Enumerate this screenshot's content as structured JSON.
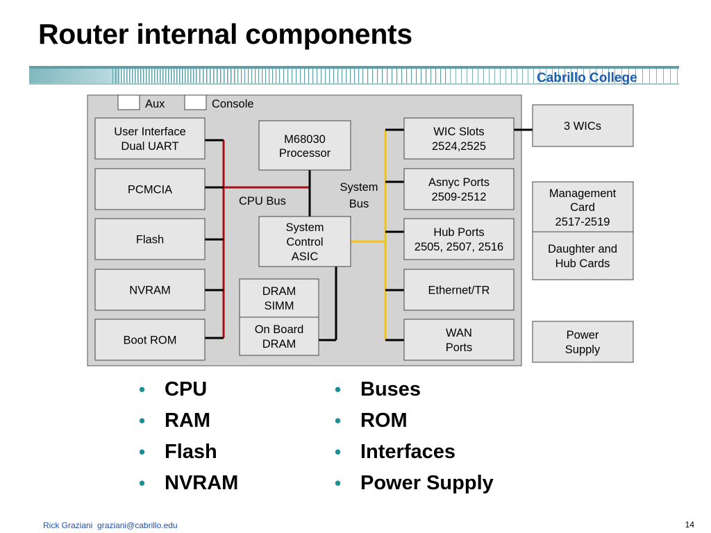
{
  "slide": {
    "title": "Router internal components",
    "brand": "Cabrillo College",
    "footer_author": "Rick Graziani",
    "footer_email": "graziani@cabrillo.edu",
    "page_number": "14"
  },
  "diagram": {
    "ports": [
      "Aux",
      "Console"
    ],
    "left_boxes": [
      [
        "User Interface",
        "Dual UART"
      ],
      [
        "PCMCIA"
      ],
      [
        "Flash"
      ],
      [
        "NVRAM"
      ],
      [
        "Boot ROM"
      ]
    ],
    "processor": [
      "M68030",
      "Processor"
    ],
    "asic": [
      "System",
      "Control",
      "ASIC"
    ],
    "dram": [
      "DRAM",
      "SIMM"
    ],
    "onboard": [
      "On Board",
      "DRAM"
    ],
    "cpu_bus_label": "CPU Bus",
    "system_bus_label": [
      "System",
      "Bus"
    ],
    "right_boxes": [
      [
        "WIC Slots",
        "2524,2525"
      ],
      [
        "Asnyc Ports",
        "2509-2512"
      ],
      [
        "Hub Ports",
        "2505, 2507, 2516"
      ],
      [
        "Ethernet/TR"
      ],
      [
        "WAN",
        "Ports"
      ]
    ],
    "external": {
      "wics": [
        "3 WICs"
      ],
      "management": [
        "Management",
        "Card",
        "2517-2519"
      ],
      "daughter": [
        "Daughter and",
        "Hub Cards"
      ],
      "power": [
        "Power",
        "Supply"
      ]
    },
    "colors": {
      "chassis": "#d3d3d3",
      "cpu_bus": "#a80f14",
      "system_bus": "#f3c417",
      "connector": "#000000"
    }
  },
  "bullets": {
    "left": [
      "CPU",
      "RAM",
      "Flash",
      "NVRAM"
    ],
    "right": [
      "Buses",
      "ROM",
      "Interfaces",
      "Power Supply"
    ]
  },
  "icons": {
    "bullet": "bullet-dot",
    "bullet_color": "#1a8f96"
  }
}
